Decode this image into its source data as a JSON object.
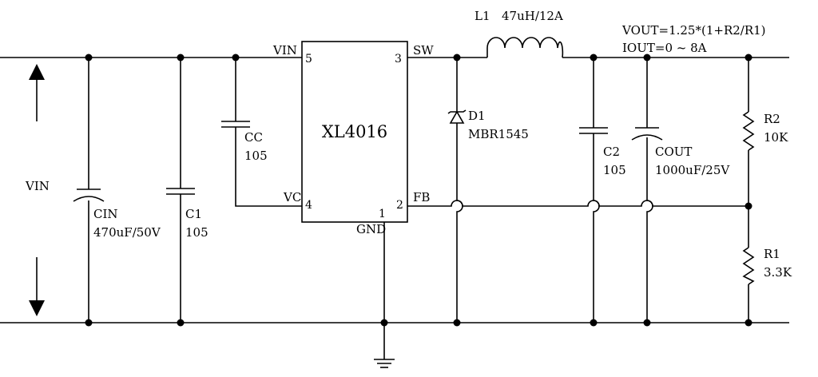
{
  "ic": {
    "name": "XL4016",
    "pins": {
      "vin": "VIN",
      "vin_num": "5",
      "sw": "SW",
      "sw_num": "3",
      "vc": "VC",
      "vc_num": "4",
      "fb": "FB",
      "fb_num": "2",
      "gnd": "GND",
      "gnd_num": "1"
    }
  },
  "input": {
    "label": "VIN"
  },
  "components": {
    "cin": {
      "ref": "CIN",
      "value": "470uF/50V"
    },
    "c1": {
      "ref": "C1",
      "value": "105"
    },
    "cc": {
      "ref": "CC",
      "value": "105"
    },
    "d1": {
      "ref": "D1",
      "value": "MBR1545"
    },
    "l1": {
      "ref": "L1",
      "value": "47uH/12A"
    },
    "c2": {
      "ref": "C2",
      "value": "105"
    },
    "cout": {
      "ref": "COUT",
      "value": "1000uF/25V"
    },
    "r2": {
      "ref": "R2",
      "value": "10K"
    },
    "r1": {
      "ref": "R1",
      "value": "3.3K"
    }
  },
  "notes": {
    "vout": "VOUT=1.25*(1+R2/R1)",
    "iout": "IOUT=0 ~ 8A"
  }
}
